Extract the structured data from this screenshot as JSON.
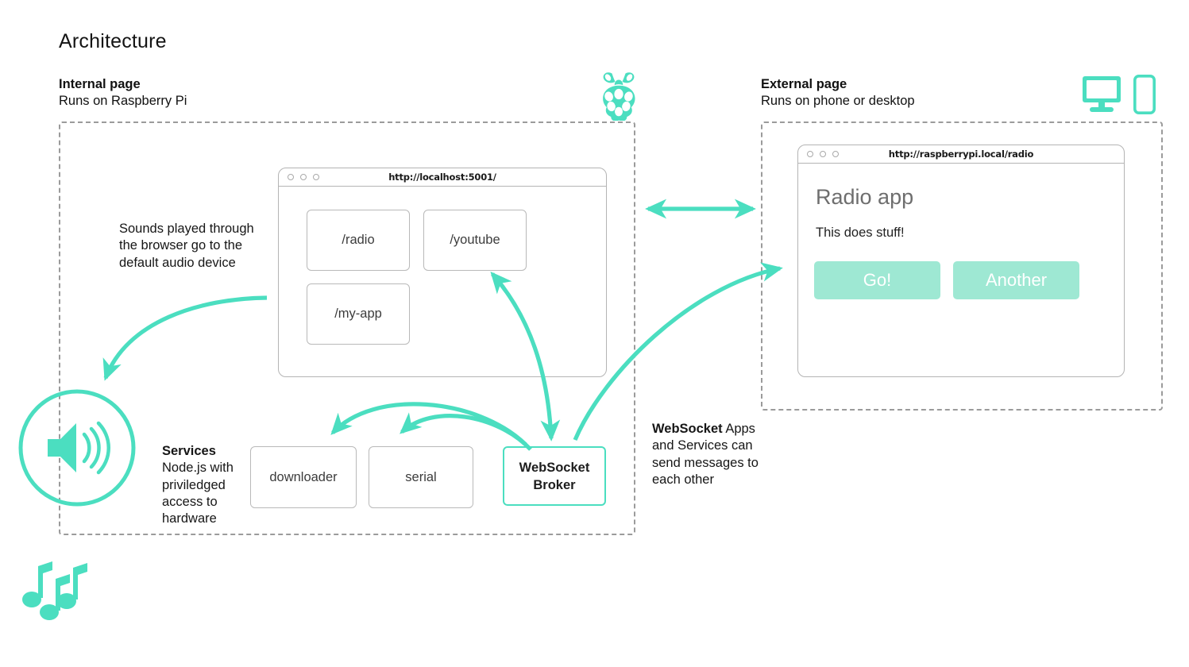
{
  "page": {
    "title": "Architecture",
    "accent": "#4bdec0",
    "accent_light": "#9ee8d3",
    "dashed_border": "#9b9b9b",
    "box_border": "#b9b9b9"
  },
  "internal": {
    "heading": "Internal page",
    "subheading": "Runs on Raspberry Pi",
    "icon": "raspberry-pi-icon",
    "browser": {
      "url": "http://localhost:5001/",
      "dots": [
        "close-dot",
        "minimize-dot",
        "zoom-dot"
      ],
      "routes": [
        {
          "label": "/radio"
        },
        {
          "label": "/youtube"
        },
        {
          "label": "/my-app"
        }
      ]
    },
    "sounds_caption": "Sounds played through the browser go to the default audio device",
    "services": {
      "caption_title": "Services",
      "caption_body": "Node.js with priviledged access to hardware",
      "boxes": [
        {
          "label": "downloader",
          "highlight": false
        },
        {
          "label": "serial",
          "highlight": false
        },
        {
          "label": "WebSocket Broker",
          "highlight": true
        }
      ]
    },
    "websocket_caption": {
      "title": "WebSocket",
      "body": "Apps and Services can send messages to each other"
    }
  },
  "external": {
    "heading": "External page",
    "subheading": "Runs on phone or desktop",
    "icons": [
      "desktop-monitor-icon",
      "mobile-phone-icon"
    ],
    "browser": {
      "url": "http://raspberrypi.local/radio",
      "dots": [
        "close-dot",
        "minimize-dot",
        "zoom-dot"
      ],
      "app_title": "Radio app",
      "app_subtitle": "This does stuff!",
      "buttons": [
        {
          "label": "Go!"
        },
        {
          "label": "Another"
        }
      ]
    }
  },
  "decorations": {
    "speaker_icon": "speaker-volume-icon",
    "music_icon": "music-notes-icon"
  }
}
